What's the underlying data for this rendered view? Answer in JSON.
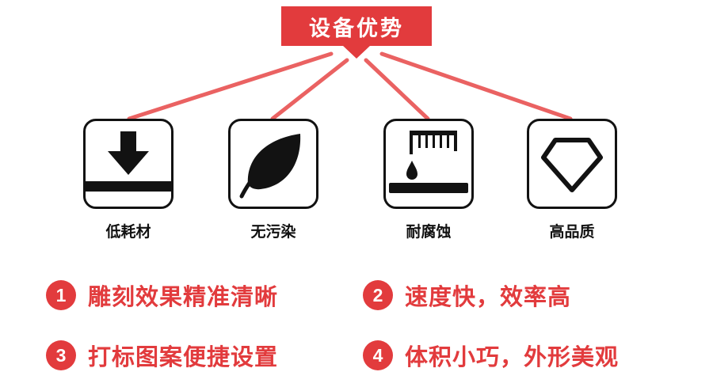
{
  "banner": {
    "title": "设备优势"
  },
  "boxes": [
    {
      "label": "低耗材",
      "icon": "down-arrow-material-icon"
    },
    {
      "label": "无污染",
      "icon": "leaf-icon"
    },
    {
      "label": "耐腐蚀",
      "icon": "corrosion-drop-icon"
    },
    {
      "label": "高品质",
      "icon": "diamond-icon"
    }
  ],
  "features": [
    {
      "number": "1",
      "text": "雕刻效果精准清晰"
    },
    {
      "number": "2",
      "text": "速度快，效率高"
    },
    {
      "number": "3",
      "text": "打标图案便捷设置"
    },
    {
      "number": "4",
      "text": "体积小巧，外形美观"
    }
  ],
  "colors": {
    "accent_red": "#e23b3d",
    "line_red": "#ea6262",
    "icon_black": "#121212"
  }
}
